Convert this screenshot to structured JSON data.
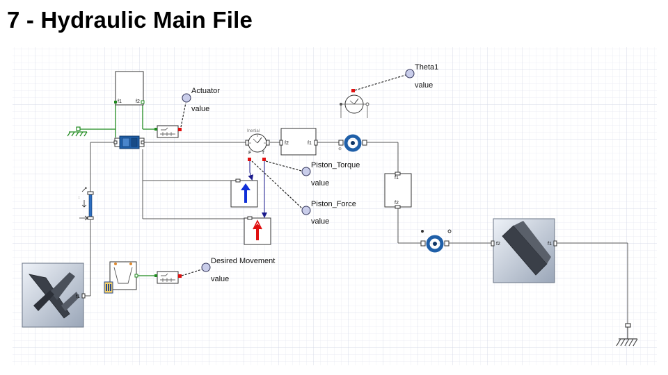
{
  "slide": {
    "title": "7 - Hydraulic Main File"
  },
  "sensors": {
    "actuator": {
      "name": "Actuator",
      "value": "value"
    },
    "theta": {
      "name": "Theta1",
      "value": "value"
    },
    "piston_torque": {
      "name": "Piston_Torque",
      "value": "value"
    },
    "piston_force": {
      "name": "Piston_Force",
      "value": "value"
    },
    "desired_movement": {
      "name": "Desired Movement",
      "value": "value"
    }
  },
  "ports": {
    "f1": "f1",
    "f2": "f2"
  },
  "inertial": {
    "label": "Inertial",
    "port_f": "F",
    "port_t": "T"
  },
  "colors": {
    "wire": "#555555",
    "signal": "#1a1a8c",
    "green_link": "#1f8a1f",
    "sensor_fill": "#c9cdea",
    "sensor_stroke": "#33355a",
    "red_port": "#e01010",
    "joint_blue": "#1f5fa8",
    "grid_minor": "#e6e9f2",
    "grid_major": "#d2d7e6"
  }
}
